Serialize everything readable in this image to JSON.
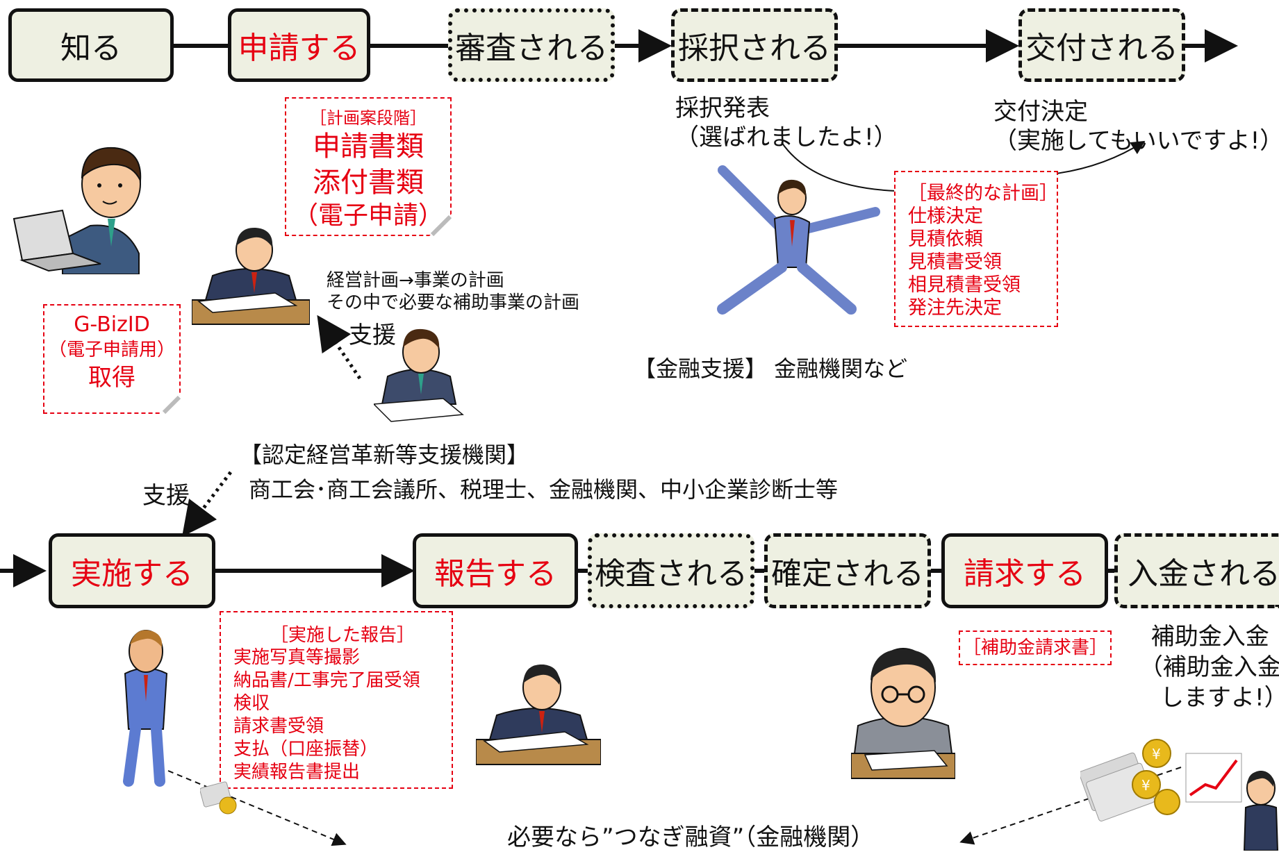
{
  "flow_top": {
    "steps": [
      "知る",
      "申請する",
      "審査される",
      "採択される",
      "交付される"
    ]
  },
  "flow_bottom": {
    "steps": [
      "実施する",
      "報告する",
      "検査される",
      "確定される",
      "請求する",
      "入金される"
    ]
  },
  "application_note": {
    "header": "［計画案段階］",
    "line1": "申請書類",
    "line2": "添付書類",
    "line3": "（電子申請）"
  },
  "gbiz_note": {
    "line1": "G-BizID",
    "line2": "（電子申請用）",
    "line3": "取得"
  },
  "plan_text": {
    "line1": "経営計画→事業の計画",
    "line2": "その中で必要な補助事業の計画"
  },
  "support_label_1": "支援",
  "support_label_2": "支援",
  "certified_org": {
    "title": "【認定経営革新等支援機関】",
    "members": "商工会･商工会議所、税理士、金融機関、中小企業診断士等"
  },
  "adoption": {
    "line1": "採択発表",
    "line2": "（選ばれましたよ!）"
  },
  "grant_decision": {
    "line1": "交付決定",
    "line2": "（実施してもいいですよ!）"
  },
  "final_plan_note": {
    "header": "［最終的な計画］",
    "items": [
      "仕様決定",
      "見積依頼",
      "見積書受領",
      "相見積書受領",
      "発注先決定"
    ]
  },
  "financial_support": "【金融支援】 金融機関など",
  "report_note": {
    "header": "［実施した報告］",
    "items": [
      "実施写真等撮影",
      "納品書/工事完了届受領",
      "検収",
      "請求書受領",
      "支払（口座振替）",
      "実績報告書提出"
    ]
  },
  "invoice_note": "［補助金請求書］",
  "payment_text": {
    "line1": "補助金入金",
    "line2": "（補助金入金",
    "line3": "しますよ!）"
  },
  "bridge_loan": "必要なら”つなぎ融資”（金融機関）",
  "colors": {
    "accent_red": "#e60012",
    "box_fill": "#eef0e2",
    "line": "#111111"
  }
}
